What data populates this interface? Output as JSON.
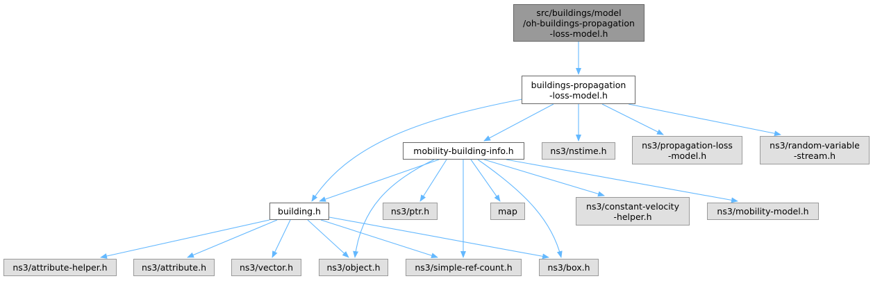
{
  "colors": {
    "edge": "#63b8ff",
    "root_fill": "#999999",
    "local_fill": "#ffffff",
    "system_fill": "#e0e0e0",
    "border": "#666666"
  },
  "nodes": {
    "root": {
      "lines": [
        "src/buildings/model",
        "/oh-buildings-propagation",
        "-loss-model.h"
      ]
    },
    "bplm": {
      "lines": [
        "buildings-propagation",
        "-loss-model.h"
      ]
    },
    "mbi": {
      "lines": [
        "mobility-building-info.h"
      ]
    },
    "nstime": {
      "lines": [
        "ns3/nstime.h"
      ]
    },
    "proploss": {
      "lines": [
        "ns3/propagation-loss",
        "-model.h"
      ]
    },
    "randvar": {
      "lines": [
        "ns3/random-variable",
        "-stream.h"
      ]
    },
    "building": {
      "lines": [
        "building.h"
      ]
    },
    "ptr": {
      "lines": [
        "ns3/ptr.h"
      ]
    },
    "map": {
      "lines": [
        "map"
      ]
    },
    "constvel": {
      "lines": [
        "ns3/constant-velocity",
        "-helper.h"
      ]
    },
    "mobmodel": {
      "lines": [
        "ns3/mobility-model.h"
      ]
    },
    "attrhelper": {
      "lines": [
        "ns3/attribute-helper.h"
      ]
    },
    "attribute": {
      "lines": [
        "ns3/attribute.h"
      ]
    },
    "vector": {
      "lines": [
        "ns3/vector.h"
      ]
    },
    "object": {
      "lines": [
        "ns3/object.h"
      ]
    },
    "simpleref": {
      "lines": [
        "ns3/simple-ref-count.h"
      ]
    },
    "box": {
      "lines": [
        "ns3/box.h"
      ]
    }
  }
}
